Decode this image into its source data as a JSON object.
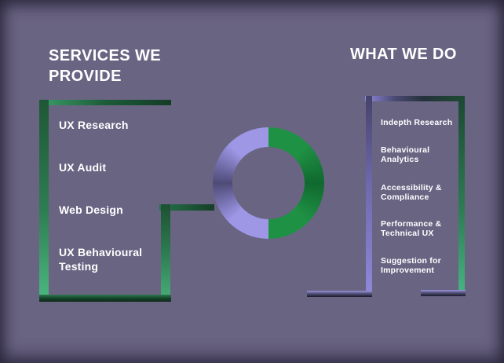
{
  "left_panel": {
    "title": "SERVICES WE PROVIDE",
    "items": [
      {
        "label": "UX Research"
      },
      {
        "label": "UX Audit"
      },
      {
        "label": "Web Design"
      },
      {
        "label": "UX Behavioural Testing"
      }
    ]
  },
  "right_panel": {
    "title": "WHAT WE DO",
    "items": [
      {
        "label": "Indepth Research"
      },
      {
        "label": "Behavioural Analytics"
      },
      {
        "label": "Accessibility & Compliance"
      },
      {
        "label": "Performance & Technical UX"
      },
      {
        "label": "Suggestion for Improvement"
      }
    ]
  },
  "chart_data": {
    "type": "pie",
    "style": "donut",
    "title": "",
    "legend": "none",
    "slices": [
      {
        "name": "services-half",
        "value": 50,
        "color": "#1f9144"
      },
      {
        "name": "outcomes-half",
        "value": 50,
        "color": "#9d97e6"
      }
    ]
  },
  "colors": {
    "background": "#6a6483",
    "text": "#ffffff",
    "green_accent_light": "#4cb981",
    "green_accent_dark": "#123c25",
    "purple_accent_light": "#9a94de",
    "purple_accent_dark": "#181a2c"
  }
}
